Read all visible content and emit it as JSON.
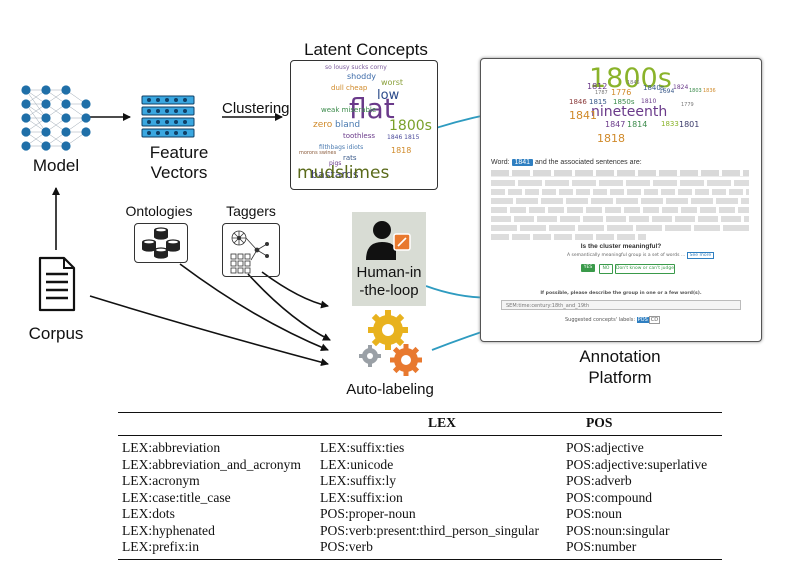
{
  "labels": {
    "model": "Model",
    "feature_vectors": "Feature\nVectors",
    "clustering": "Clustering",
    "latent_concepts": "Latent Concepts",
    "ontologies": "Ontologies",
    "taggers": "Taggers",
    "corpus": "Corpus",
    "human_in_the_loop": "Human-in\n-the-loop",
    "auto_labeling": "Auto-labeling",
    "annotation_platform": "Annotation\nPlatform"
  },
  "latent_panel": {
    "words": [
      "flat",
      "low",
      "zero",
      "bland",
      "toothless",
      "bastards",
      "rats",
      "1800s",
      "mudslimes",
      "1818"
    ]
  },
  "platform": {
    "cloud_words": [
      "1800s",
      "nineteenth",
      "1841",
      "1818",
      "1812",
      "1776",
      "1840s",
      "1850s",
      "1846",
      "1815",
      "1810",
      "1833",
      "1801",
      "1847",
      "1814",
      "1787",
      "1845",
      "1694",
      "1824",
      "1803",
      "1836",
      "1779"
    ],
    "word_prefix": "Word:",
    "word_value": "1841",
    "word_suffix": "and the associated sentences are:",
    "question": "Is the cluster meaningful?",
    "hint": "A semantically meaningful group is a set of words ...",
    "hint_link": "See more",
    "btn_yes": "YES",
    "btn_no": "NO",
    "btn_unsure": "Don't know or can't judge",
    "describe_prompt": "If possible, please describe the group in one or a few word(s).",
    "describe_value": "SEM:time:century:18th_and_19th",
    "suggested_label": "Suggested concepts' labels:",
    "suggested_pos": "POS",
    "suggested_cd": "CD"
  },
  "table": {
    "headers": [
      "LEX",
      "POS"
    ],
    "col1": [
      "LEX:abbreviation",
      "LEX:abbreviation_and_acronym",
      "LEX:acronym",
      "LEX:case:title_case",
      "LEX:dots",
      "LEX:hyphenated",
      "LEX:prefix:in"
    ],
    "col2": [
      "LEX:suffix:ties",
      "LEX:unicode",
      "LEX:suffix:ly",
      "LEX:suffix:ion",
      "POS:proper-noun",
      "POS:verb:present:third_person_singular",
      "POS:verb"
    ],
    "col3": [
      "POS:adjective",
      "POS:adjective:superlative",
      "POS:adverb",
      "POS:compound",
      "POS:noun",
      "POS:noun:singular",
      "POS:number"
    ]
  },
  "colors": {
    "arrow_teal": "#2e9bc0",
    "nn_blue": "#1f6fa8",
    "grid_cyan": "#3aa7e0",
    "gear_orange": "#e8792f",
    "gear_yellow": "#e8b21e",
    "green_button": "#3a9a4a",
    "human_bg": "#d8dcd4"
  }
}
